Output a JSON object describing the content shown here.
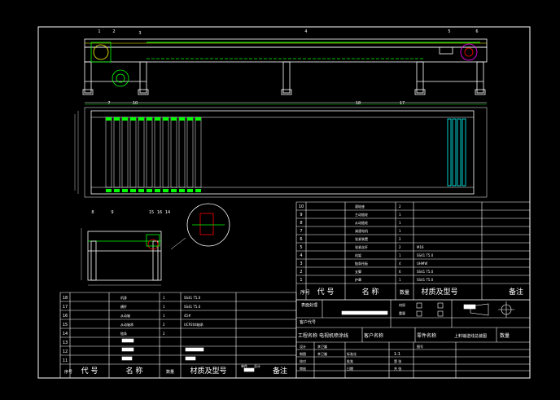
{
  "drawing": {
    "title": "上料输送线总装图",
    "product_name_label": "工程名称",
    "product_name": "电视机喷涂线",
    "customer_label": "客户名称",
    "part_name_label": "零件名称",
    "qty_label": "数量",
    "customer_code_label": "客户代号",
    "scale": "1:1",
    "sheet_label": "图号",
    "labels": {
      "surface": "表面处理",
      "design": "设计",
      "draw": "制图",
      "check": "校对",
      "review": "审核",
      "approve": "批准",
      "date": "日期",
      "std": "标准化",
      "pages": "共 张",
      "page": "第 张",
      "material_label": "材质",
      "weight_label": "重量",
      "code_col": "代    号",
      "name_col": "名    称",
      "qty_col": "数量",
      "material_col": "材质及型号",
      "note_col": "备注",
      "seq_col": "序号",
      "unit_weight": "单件",
      "total_weight": "总计",
      "designer": "李卫嵩",
      "drafter": "李卫嵩"
    }
  },
  "right_bom": [
    {
      "no": "10",
      "name": "滚轮座",
      "qty": "2",
      "spec": ""
    },
    {
      "no": "9",
      "name": "主动链轮",
      "qty": "1",
      "spec": ""
    },
    {
      "no": "8",
      "name": "从动链轮",
      "qty": "1",
      "spec": ""
    },
    {
      "no": "7",
      "name": "减速电机",
      "qty": "1",
      "spec": ""
    },
    {
      "no": "6",
      "name": "张紧装置",
      "qty": "2",
      "spec": ""
    },
    {
      "no": "5",
      "name": "张紧丝杆",
      "qty": "2",
      "spec": "M16"
    },
    {
      "no": "4",
      "name": "机架",
      "qty": "1",
      "spec": "SS41  T5.0"
    },
    {
      "no": "3",
      "name": "链条托板",
      "qty": "4",
      "spec": "UHMW"
    },
    {
      "no": "2",
      "name": "支脚",
      "qty": "6",
      "spec": "SS41  T5.0"
    },
    {
      "no": "1",
      "name": "护罩",
      "qty": "1",
      "spec": "SS41  T5.0"
    }
  ],
  "left_bom": [
    {
      "no": "18",
      "name": "机身",
      "qty": "1",
      "spec": "SS41  T5.0"
    },
    {
      "no": "17",
      "name": "横杆",
      "qty": "1",
      "spec": "SS41  T5.0"
    },
    {
      "no": "16",
      "name": "从动轴",
      "qty": "1",
      "spec": "45#"
    },
    {
      "no": "15",
      "name": "从动轴承",
      "qty": "2",
      "spec": "UCP204轴承"
    },
    {
      "no": "14",
      "name": "链条",
      "qty": "2",
      "spec": ""
    },
    {
      "no": "13",
      "name": "",
      "qty": "",
      "spec": ""
    },
    {
      "no": "12",
      "name": "",
      "qty": "",
      "spec": ""
    },
    {
      "no": "11",
      "name": "",
      "qty": "",
      "spec": ""
    }
  ],
  "callouts": [
    "1",
    "2",
    "3",
    "4",
    "5",
    "6",
    "7",
    "8",
    "9",
    "10",
    "14",
    "15",
    "16",
    "17",
    "18"
  ],
  "colors": {
    "line": "#ffffff",
    "green": "#00ff00",
    "cyan": "#00ffff",
    "red": "#ff0000",
    "yellow": "#ffff00",
    "magenta": "#ff00ff",
    "bg": "#000000"
  }
}
